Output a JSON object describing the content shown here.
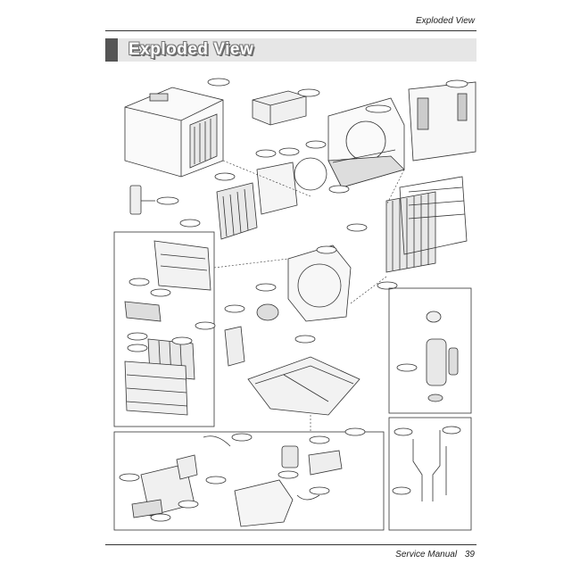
{
  "header": {
    "running_title": "Exploded View"
  },
  "title": "Exploded View",
  "footer": {
    "manual_name": "Service Manual",
    "page_number": "39"
  },
  "colors": {
    "title_bar_bg": "#e6e6e6",
    "title_block": "#555555",
    "line": "#333333"
  }
}
